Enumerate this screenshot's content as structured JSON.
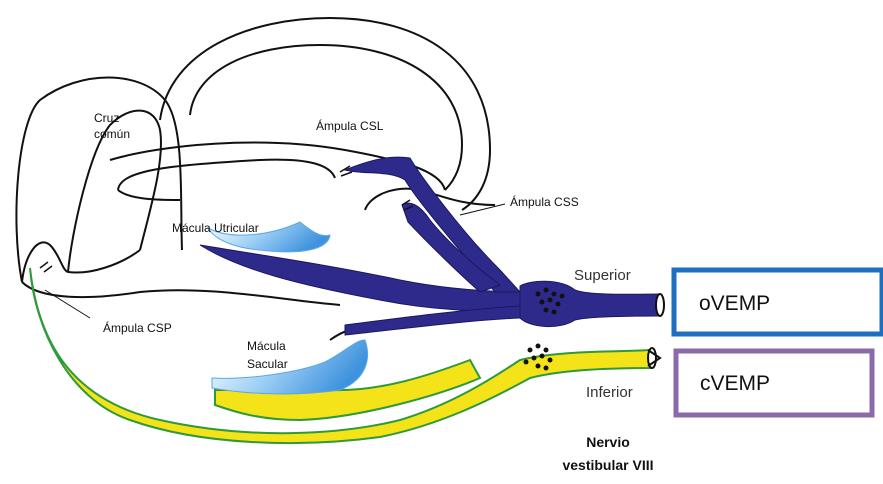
{
  "diagram": {
    "labels": {
      "cruz_comun": [
        "Cruz",
        "común"
      ],
      "ampula_csl": "Ámpula CSL",
      "ampula_css": "Ámpula CSS",
      "ampula_csp": "Ámpula CSP",
      "macula_utricular": "Mácula Utricular",
      "macula_sacular": [
        "Mácula",
        "Sacular"
      ],
      "superior": "Superior",
      "inferior": "Inferior",
      "nervio": [
        "Nervio",
        "vestibular VIII"
      ]
    },
    "boxes": {
      "ovemp": "oVEMP",
      "cvemp": "cVEMP"
    },
    "colors": {
      "superior_nerve": "#2e2a8c",
      "inferior_nerve": "#f5e31a",
      "inferior_outline": "#2e9a3a",
      "macula": "#5aa8e6",
      "ovemp_box": "#1f6fc0",
      "cvemp_box": "#8a6aa8"
    }
  }
}
